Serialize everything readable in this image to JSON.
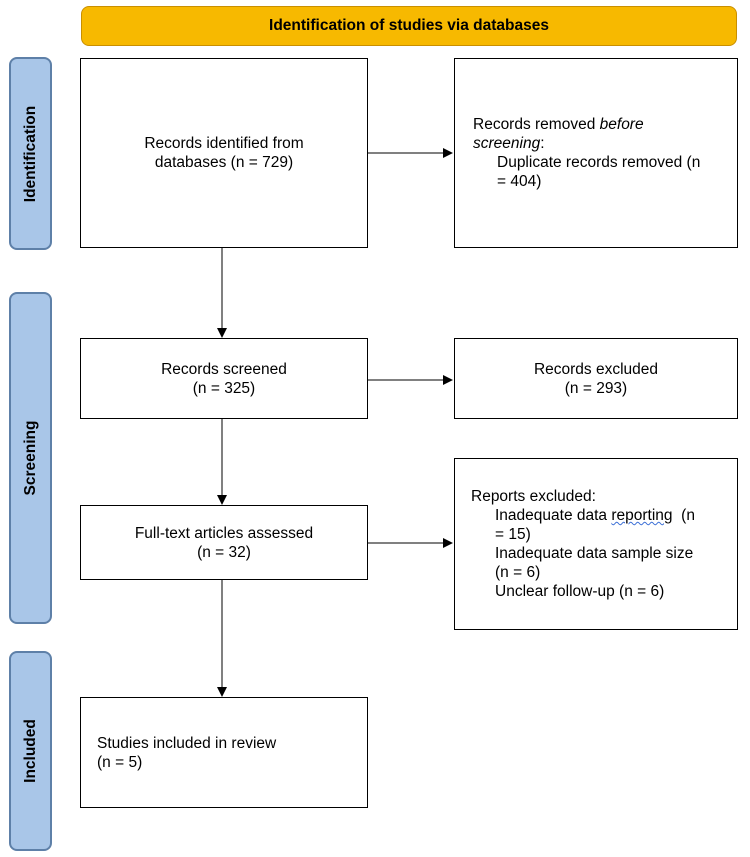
{
  "header": {
    "title": "Identification of studies via databases"
  },
  "phases": {
    "identification": "Identification",
    "screening": "Screening",
    "included": "Included"
  },
  "identified": {
    "line1": "Records identified from",
    "line2": "databases (n = 729)"
  },
  "removed": {
    "title_prefix": "Records removed ",
    "title_italic": "before screening",
    "title_suffix": ":",
    "item_line1": "Duplicate records removed (n",
    "item_line2": "= 404)"
  },
  "screened": {
    "line1": "Records screened",
    "line2": "(n = 325)"
  },
  "excluded": {
    "line1": "Records excluded",
    "line2": "(n = 293)"
  },
  "fulltext": {
    "line1": "Full-text articles assessed",
    "line2": "(n = 32)"
  },
  "reports_excluded": {
    "title": "Reports excluded:",
    "reason1_prefix": "Inadequate data ",
    "reason1_underlined": "reporting",
    "reason1_suffix": "  (n",
    "reason1_line2": "= 15)",
    "reason2_line1": "Inadequate data sample size",
    "reason2_line2": "(n = 6)",
    "reason3": "Unclear follow-up (n = 6)"
  },
  "included_box": {
    "line1": "Studies included in review",
    "line2": "(n = 5)"
  }
}
